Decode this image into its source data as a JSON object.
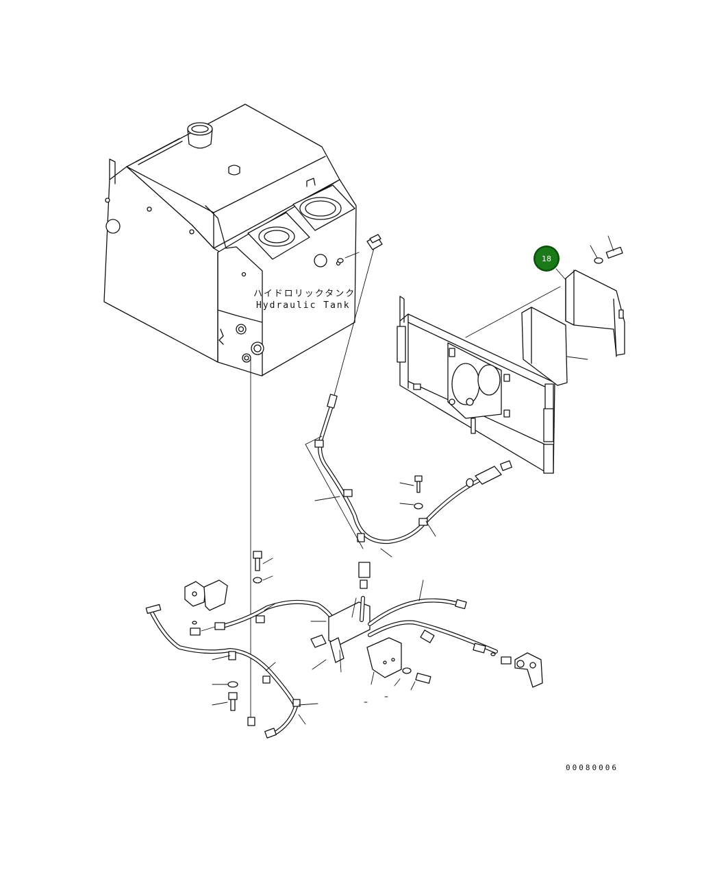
{
  "diagram": {
    "tank_label_jp": "ハイドロリックタンク",
    "tank_label_en": "Hydraulic Tank",
    "document_number": "00080006",
    "callouts": [
      {
        "number": "18",
        "color": "#1a7a1a"
      }
    ]
  }
}
